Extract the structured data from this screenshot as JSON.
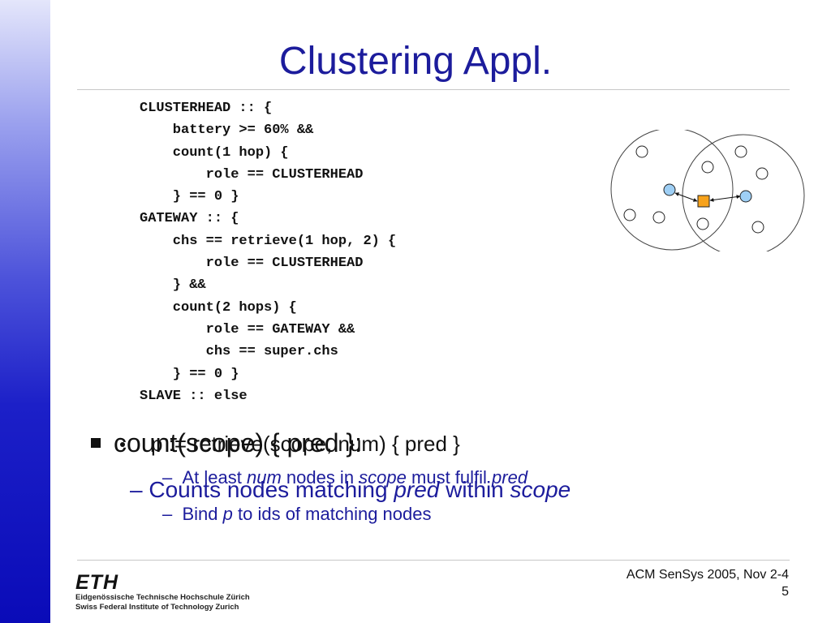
{
  "slide": {
    "title": "Clustering Appl.",
    "code": "CLUSTERHEAD :: {\n    battery >= 60% &&\n    count(1 hop) {\n        role == CLUSTERHEAD\n    } == 0 }\nGATEWAY :: {\n    chs == retrieve(1 hop, 2) {\n        role == CLUSTERHEAD\n    } &&\n    count(2 hops) {\n        role == GATEWAY &&\n        chs == super.chs\n    } == 0 }\nSLAVE :: else",
    "bullets": {
      "b1_main": "count(scope) { pred }:",
      "b1_sub_parts": [
        "Counts nodes matching ",
        "pred",
        " within ",
        "scope"
      ],
      "b2_main": "p := retrieve(scope, num) { pred }",
      "b2_sub1_parts": [
        "At least ",
        "num",
        " nodes in ",
        "scope",
        " must fulfil ",
        "pred"
      ],
      "b2_sub2_parts": [
        "Bind ",
        "p",
        " to ids of matching nodes"
      ],
      "dash": "–"
    }
  },
  "footer": {
    "conference": "ACM SenSys 2005, Nov 2-4",
    "page_number": "5"
  },
  "logo": {
    "name": "ETH",
    "line1": "Eidgenössische Technische Hochschule Zürich",
    "line2": "Swiss Federal Institute of Technology Zurich"
  },
  "colors": {
    "title": "#1c1c9c",
    "accent_blue": "#1c1c9c",
    "clusterhead_fill": "#9ecff5",
    "gateway_fill": "#f7a21b"
  }
}
